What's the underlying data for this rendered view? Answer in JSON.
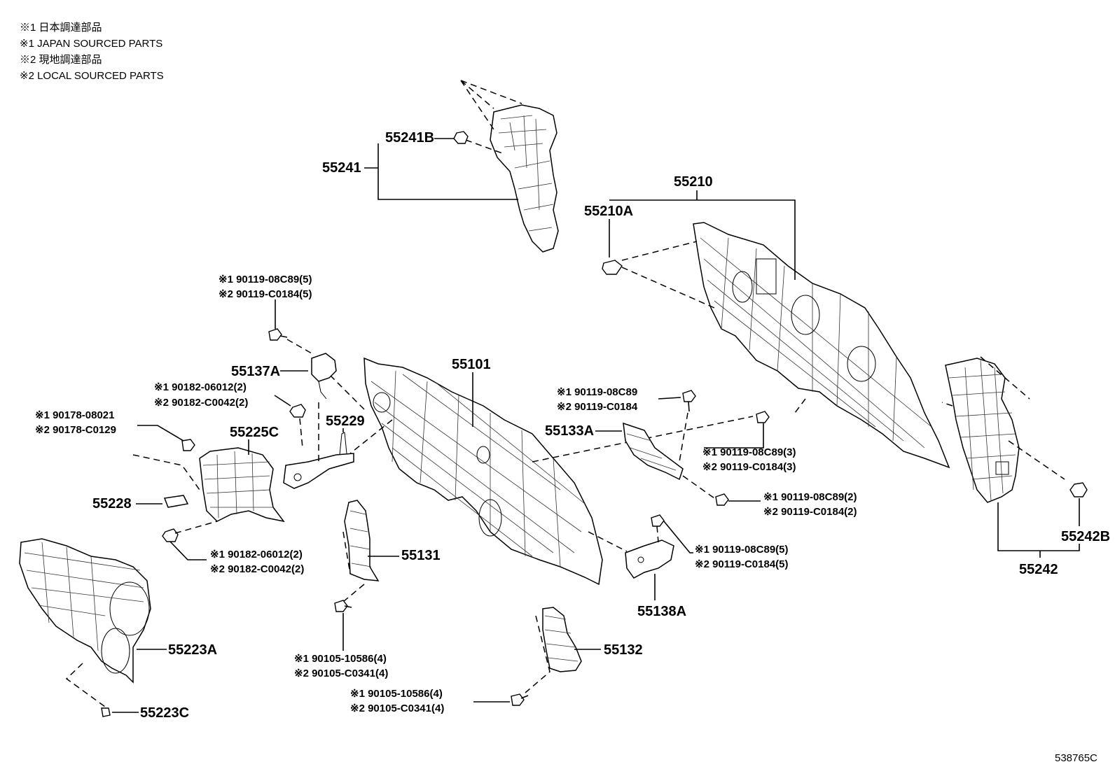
{
  "notes": [
    "※1 日本調達部品",
    "※1 JAPAN SOURCED PARTS",
    "※2 現地調達部品",
    "※2 LOCAL SOURCED PARTS"
  ],
  "labels": {
    "p55241B": "55241B",
    "p55241": "55241",
    "p55210": "55210",
    "p55210A": "55210A",
    "p55137A": "55137A",
    "p55101": "55101",
    "p55229": "55229",
    "p55225C": "55225C",
    "p55228": "55228",
    "p55133A": "55133A",
    "p55131": "55131",
    "p55138A": "55138A",
    "p55132": "55132",
    "p55223A": "55223A",
    "p55223C": "55223C",
    "p55242B": "55242B",
    "p55242": "55242"
  },
  "fasteners": {
    "f1a": "※1 90119-08C89(5)",
    "f1b": "※2 90119-C0184(5)",
    "f2a": "※1 90182-06012(2)",
    "f2b": "※2 90182-C0042(2)",
    "f3a": "※1 90178-08021",
    "f3b": "※2 90178-C0129",
    "f4a": "※1 90182-06012(2)",
    "f4b": "※2 90182-C0042(2)",
    "f5a": "※1 90105-10586(4)",
    "f5b": "※2 90105-C0341(4)",
    "f6a": "※1 90105-10586(4)",
    "f6b": "※2 90105-C0341(4)",
    "f7a": "※1 90119-08C89",
    "f7b": "※2 90119-C0184",
    "f8a": "※1 90119-08C89(3)",
    "f8b": "※2 90119-C0184(3)",
    "f9a": "※1 90119-08C89(2)",
    "f9b": "※2 90119-C0184(2)",
    "f10a": "※1 90119-08C89(5)",
    "f10b": "※2 90119-C0184(5)"
  },
  "diagram_id": "538765C"
}
